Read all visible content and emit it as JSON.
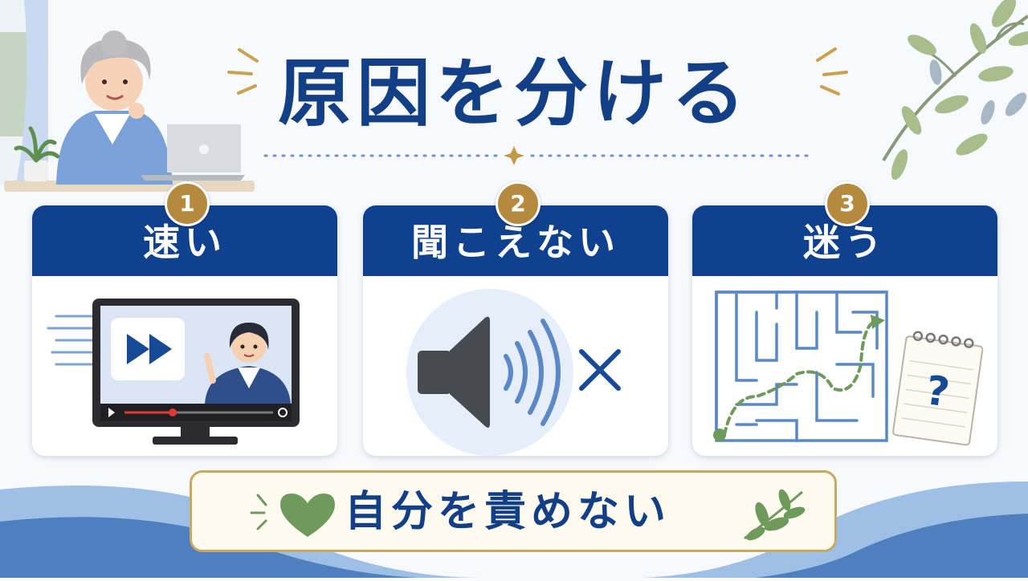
{
  "title": "原因を分ける",
  "cards": [
    {
      "number": "1",
      "label": "速い",
      "art_icon": "fast-forward-video-icon"
    },
    {
      "number": "2",
      "label": "聞こえない",
      "art_icon": "muted-speaker-icon"
    },
    {
      "number": "3",
      "label": "迷う",
      "art_icon": "maze-question-icon"
    }
  ],
  "banner": {
    "text": "自分を責めない",
    "left_icon": "heart-icon",
    "right_icon": "leaf-sprig-icon"
  },
  "colors": {
    "navy": "#0f418f",
    "gold": "#b48a3e",
    "green": "#6e9a5c",
    "blue": "#5b88c6"
  },
  "decor": {
    "illustration": "elderly-woman-laptop-illustration",
    "branch": "olive-branch-icon"
  }
}
